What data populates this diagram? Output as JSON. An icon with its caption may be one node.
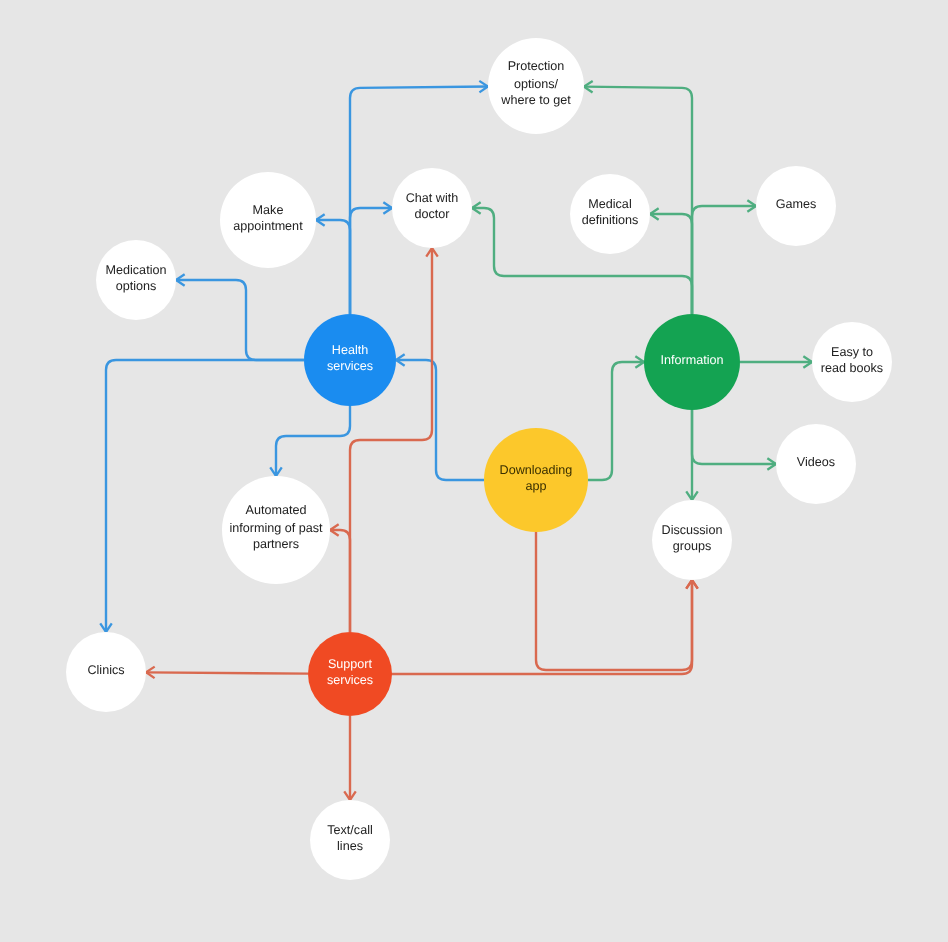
{
  "diagram": {
    "nodes": [
      {
        "text": [
          "Health services"
        ]
      },
      {
        "text": [
          "Information"
        ]
      },
      {
        "text": [
          "Downloading app"
        ]
      },
      {
        "text": [
          "Support services"
        ]
      },
      {
        "text": [
          "Protection options/ where to get"
        ]
      },
      {
        "text": [
          "Chat with doctor"
        ]
      },
      {
        "text": [
          "Make appointment"
        ]
      },
      {
        "text": [
          "Medication options"
        ]
      },
      {
        "text": [
          "Medical definitions"
        ]
      },
      {
        "text": [
          "Games"
        ]
      },
      {
        "text": [
          "Easy to read books"
        ]
      },
      {
        "text": [
          "Videos"
        ]
      },
      {
        "text": [
          "Automated informing of past partners"
        ]
      },
      {
        "text": [
          "Discussion groups"
        ]
      },
      {
        "text": [
          "Clinics"
        ]
      },
      {
        "text": [
          "Text/call lines"
        ]
      }
    ],
    "edges": [
      {
        "from": 0,
        "to": 4,
        "arrow": "to",
        "color": "#3a96e0"
      },
      {
        "from": 0,
        "to": 5,
        "arrow": "to",
        "color": "#3a96e0"
      },
      {
        "from": 0,
        "to": 6,
        "arrow": "to",
        "color": "#3a96e0"
      },
      {
        "from": 0,
        "to": 7,
        "arrow": "to",
        "color": "#3a96e0"
      },
      {
        "from": 0,
        "to": 14,
        "arrow": "to",
        "color": "#3a96e0"
      },
      {
        "from": 0,
        "to": 12,
        "arrow": "to",
        "color": "#3a96e0"
      },
      {
        "from": 2,
        "to": 0,
        "arrow": "to",
        "color": "#3a96e0"
      },
      {
        "from": 2,
        "to": 1,
        "arrow": "to"
      },
      {
        "from": 2,
        "to": 13,
        "arrow": "to",
        "color": "#d9694f"
      },
      {
        "from": 1,
        "to": 4,
        "arrow": "to"
      },
      {
        "from": 1,
        "to": 8,
        "arrow": "to"
      },
      {
        "from": 1,
        "to": 9,
        "arrow": "to"
      },
      {
        "from": 1,
        "to": 5,
        "arrow": "to"
      },
      {
        "from": 1,
        "to": 10,
        "arrow": "to"
      },
      {
        "from": 1,
        "to": 11,
        "arrow": "to"
      },
      {
        "from": 1,
        "to": 13,
        "arrow": "to"
      },
      {
        "from": 3,
        "to": 14,
        "arrow": "to",
        "color": "#d9694f"
      },
      {
        "from": 3,
        "to": 15,
        "arrow": "to",
        "color": "#d9694f"
      },
      {
        "from": 3,
        "to": 12,
        "arrow": "to",
        "color": "#d9694f"
      },
      {
        "from": 3,
        "to": 5,
        "arrow": "to",
        "color": "#d9694f"
      },
      {
        "from": 3,
        "to": 13,
        "arrow": "to",
        "color": "#d9694f"
      }
    ]
  }
}
